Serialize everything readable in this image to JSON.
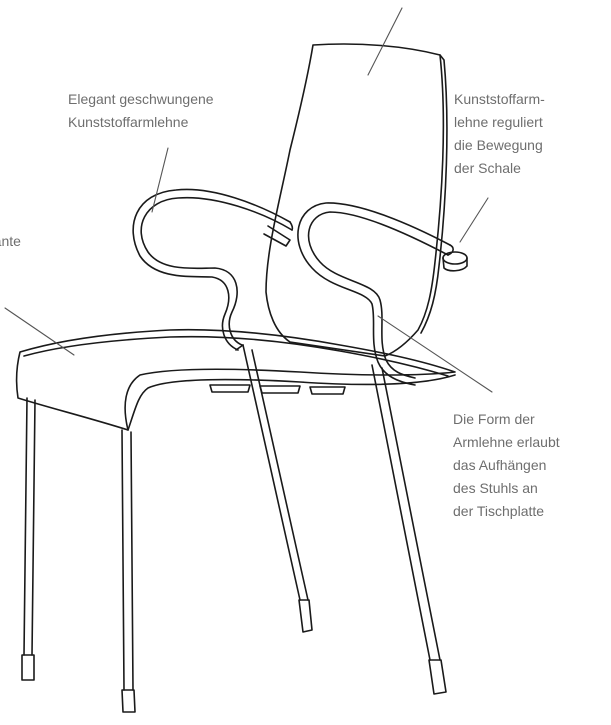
{
  "labels": {
    "armrest_elegant": "Elegant geschwungene\nKunststoffarmlehne",
    "armrest_regulates": "Kunststoffarm-\nlehne reguliert\ndie Bewegung\nder Schale",
    "front_edge": "rkante",
    "hanging": "Die Form der\nArmlehne erlaubt\ndas Aufhängen\ndes Stuhls an\nder Tischplatte"
  },
  "colors": {
    "line_art": "#1a1a1a",
    "label_text": "#6e6e6e",
    "leader_line": "#555555",
    "background": "#ffffff"
  }
}
